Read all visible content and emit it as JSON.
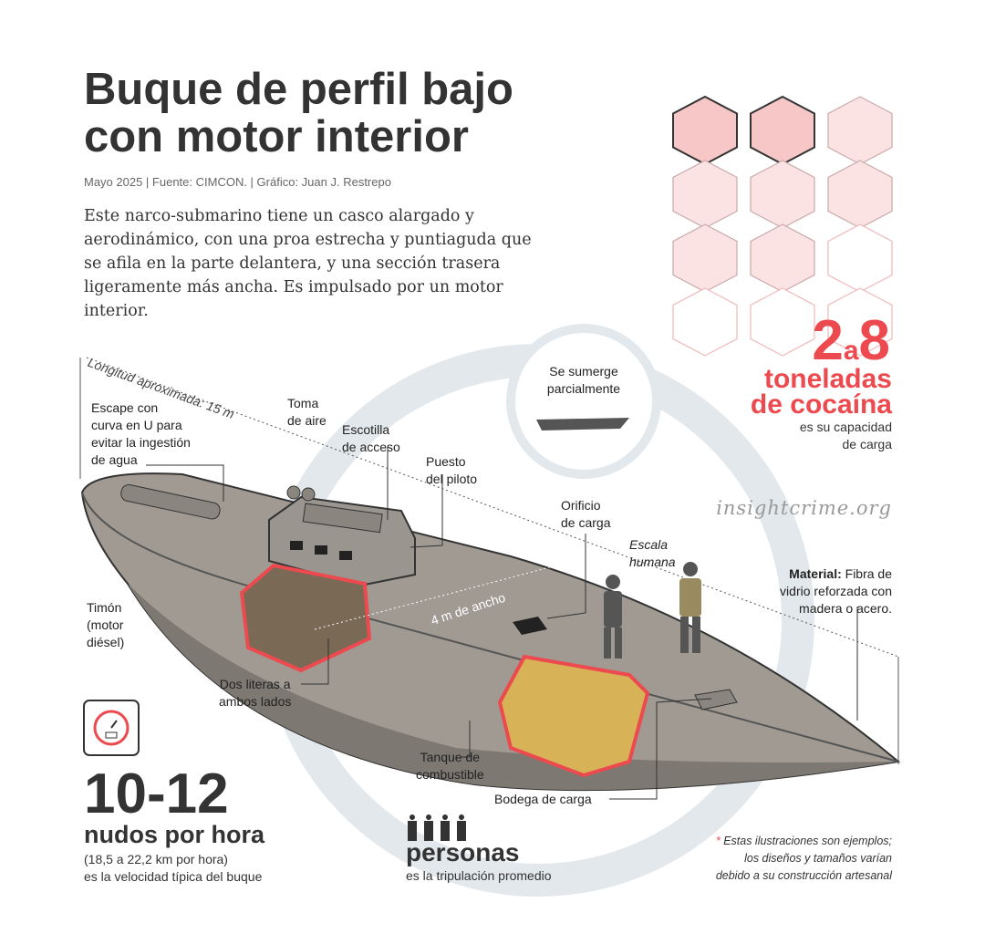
{
  "header": {
    "title_line1": "Buque de perfil bajo",
    "title_line2": "con motor interior",
    "meta": "Mayo 2025 | Fuente: CIMCON. | Gráfico: Juan J. Restrepo",
    "intro": "Este narco-submarino tiene un casco alargado y aerodinámico, con una proa estrecha y puntiaguda que se afila en la parte delantera, y una sección trasera ligeramente más ancha. Es impulsado por un motor interior."
  },
  "capacity": {
    "tonnes_min": "2",
    "connector": "a",
    "tonnes_max": "8",
    "line1": "toneladas",
    "line2": "de cocaína",
    "desc1": "es su capacidad",
    "desc2": "de carga",
    "blocks_filled": 8,
    "blocks_total": 12
  },
  "brand": "insightcrime.org",
  "submerge": {
    "line1": "Se sumerge",
    "line2": "parcialmente"
  },
  "labels": {
    "length": "Longitud aproximada: 15 m",
    "exhaust": [
      "Escape con",
      "curva en U para",
      "evitar la ingestión",
      "de agua"
    ],
    "air": [
      "Toma",
      "de aire"
    ],
    "hatch": [
      "Escotilla",
      "de acceso"
    ],
    "pilot": [
      "Puesto",
      "del piloto"
    ],
    "cargo_hole": [
      "Orificio",
      "de carga"
    ],
    "scale": [
      "Escala",
      "humana"
    ],
    "width": "4 m de ancho",
    "material_bold": "Material:",
    "material_text": [
      "Fibra de",
      "vidrio reforzada con",
      "madera o acero."
    ],
    "rudder": [
      "Timón",
      "(motor",
      "diésel)"
    ],
    "bunks": [
      "Dos literas a",
      "ambos lados"
    ],
    "tank": [
      "Tanque de",
      "combustible"
    ],
    "hold": "Bodega de carga"
  },
  "speed": {
    "value": "10-12",
    "unit": "nudos por hora",
    "sub1": "(18,5 a 22,2 km por hora)",
    "sub2": "es la velocidad típica del buque",
    "icon": "speedometer-icon"
  },
  "crew": {
    "count_people": 4,
    "unit": "personas",
    "sub": "es la tripulación promedio",
    "icon": "person-icon"
  },
  "footnote": {
    "star": "*",
    "lines": [
      "Estas ilustraciones son ejemplos;",
      "los diseños y tamaños varían",
      "debido a su construcción artesanal"
    ]
  },
  "colors": {
    "accent": "#ec4a4f",
    "text": "#333333",
    "ring": "#e3e8ec",
    "hull": "#8f8a84"
  }
}
